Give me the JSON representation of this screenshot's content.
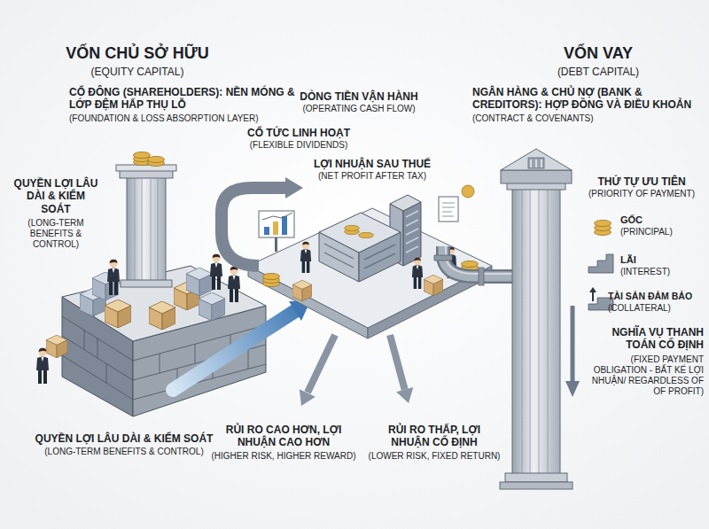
{
  "diagram": {
    "labels": [
      "VỐN CHỦ SỞ HỮU",
      "(EQUITY CAPITAL)",
      "CỔ ĐÔNG (SHAREHOLDERS): NỀN MÓNG & LỚP ĐỆM HẤP THỤ LỖ",
      "(FOUNDATION & LOSS ABSORPTION LAYER)",
      "QUYỀN LỢI LÂU DÀI & KIỂM SOÁT",
      "(LONG-TERM BENEFITS & CONTROL)",
      "DÒNG TIỀN VẬN HÀNH",
      "(OPERATING CASH FLOW)",
      "CỔ TỨC LINH HOẠT",
      "(FLEXIBLE DIVIDENDS)",
      "LỢI NHUẬN SAU THUẾ",
      "(NET PROFIT AFTER TAX)",
      "VỐN VAY",
      "(DEBT CAPITAL)",
      "NGÂN HÀNG & CHỦ NỢ (BANK & CREDITORS): HỢP ĐỒNG VÀ ĐIỀU KHOẢN",
      "(CONTRACT & COVENANTS)",
      "THỨ TỰ ƯU TIÊN",
      "(PRIORITY OF PAYMENT)",
      "GỐC",
      "(PRINCIPAL)",
      "LÃI",
      "(INTEREST)",
      "TÀI SẢN ĐẢM BẢO",
      "(COLLATERAL)",
      "NGHĨA VỤ THANH TOÁN CỐ ĐỊNH",
      "(FIXED PAYMENT OBLIGATION - BẤT KỂ LỢI NHUẬN/ REGARDLESS OF OF PROFIT)",
      "QUYỀN LỢI LÂU DÀI & KIỂM SOÁT",
      "(LONG-TERM BENEFITS & CONTROL)",
      "RỦI RO CAO HƠN, LỢI NHUẬN CAO HƠN",
      "(HIGHER RISK, HIGHER REWARD)",
      "RỦI RO THẤP, LỢI NHUẬN CỐ ĐỊNH",
      "(LOWER RISK, FIXED RETURN)"
    ]
  }
}
